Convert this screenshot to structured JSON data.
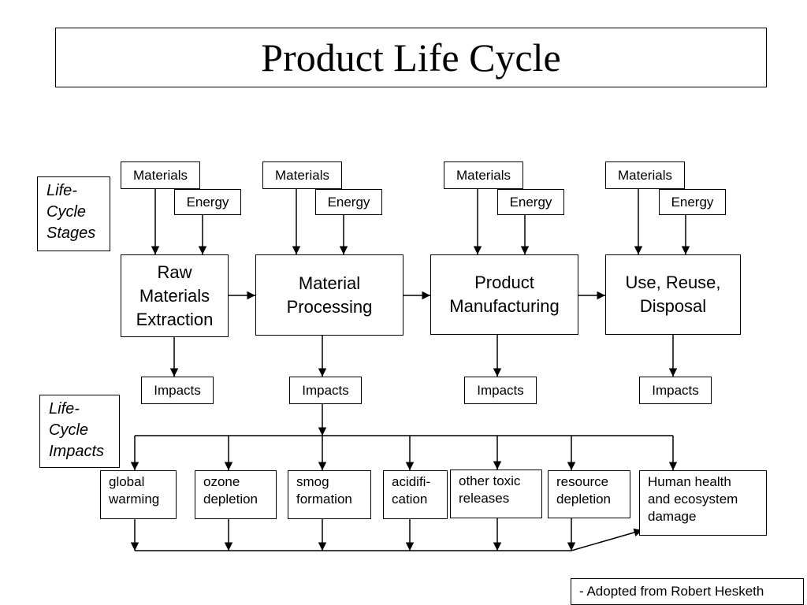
{
  "title": "Product Life Cycle",
  "labels": {
    "stages": "Life-\nCycle\nStages",
    "impacts": "Life-\nCycle\nImpacts"
  },
  "inputs": {
    "materials": "Materials",
    "energy": "Energy"
  },
  "stages": [
    {
      "label": "Raw\nMaterials\nExtraction"
    },
    {
      "label": "Material\nProcessing"
    },
    {
      "label": "Product\nManufacturing"
    },
    {
      "label": "Use, Reuse,\nDisposal"
    }
  ],
  "impact_label": "Impacts",
  "effects": [
    "global\nwarming",
    "ozone\ndepletion",
    "smog\nformation",
    "acidifi-\ncation",
    "other toxic\nreleases",
    "resource\ndepletion",
    "Human health\nand ecosystem\ndamage"
  ],
  "credit": "- Adopted from Robert Hesketh"
}
